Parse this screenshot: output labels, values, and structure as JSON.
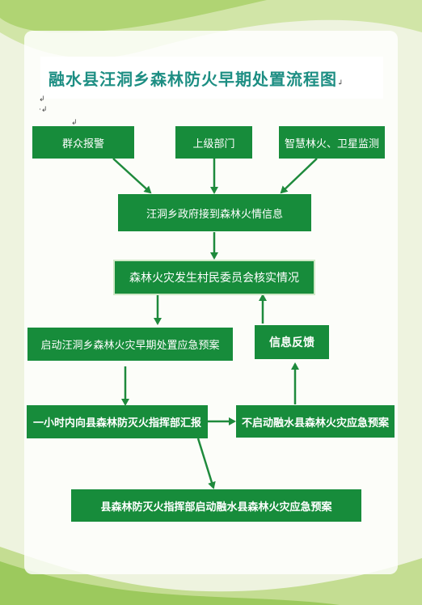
{
  "title": "融水县汪洞乡森林防火早期处置流程图",
  "title_mark": "↲",
  "marks": [
    "↲",
    "·↲",
    "↲"
  ],
  "nodes": {
    "report_public": "群众报警",
    "report_superior": "上级部门",
    "report_monitor": "智慧林火、卫星监测",
    "receive_info": "汪洞乡政府接到森林火情信息",
    "verify": "森林火灾发生村民委员会核实情况",
    "start_plan": "启动汪洞乡森林火灾早期处置应急预案",
    "feedback": "信息反馈",
    "report_hq": "一小时内向县森林防灭火指挥部汇报",
    "no_county_plan": "不启动融水县森林火灾应急预案",
    "county_plan": "县森林防灭火指挥部启动融水县森林火灾应急预案"
  },
  "colors": {
    "node_fill": "#178c3b",
    "arrow": "#1e8a3c",
    "title": "#1d8e83"
  }
}
